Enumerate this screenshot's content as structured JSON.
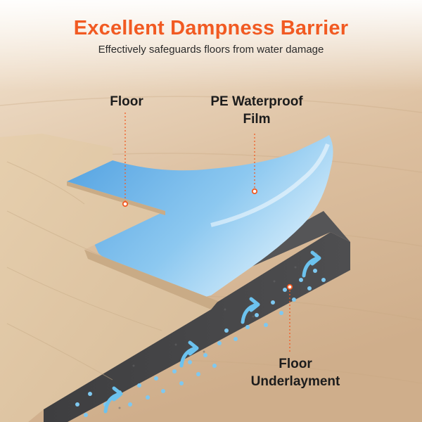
{
  "header": {
    "title": "Excellent Dampness Barrier",
    "subtitle": "Effectively safeguards floors from water damage"
  },
  "labels": {
    "floor": "Floor",
    "pe_film_line1": "PE Waterproof",
    "pe_film_line2": "Film",
    "underlayment_line1": "Floor",
    "underlayment_line2": "Underlayment"
  },
  "colors": {
    "accent": "#f15a22",
    "wood": "#dcc3a2",
    "film": "#64aee6",
    "foam": "#3c3c3e",
    "background": "#dcc0a2",
    "droplets": "#7ec8f0"
  },
  "icons": [
    "water-droplet-icon",
    "curved-arrow-up-icon"
  ]
}
